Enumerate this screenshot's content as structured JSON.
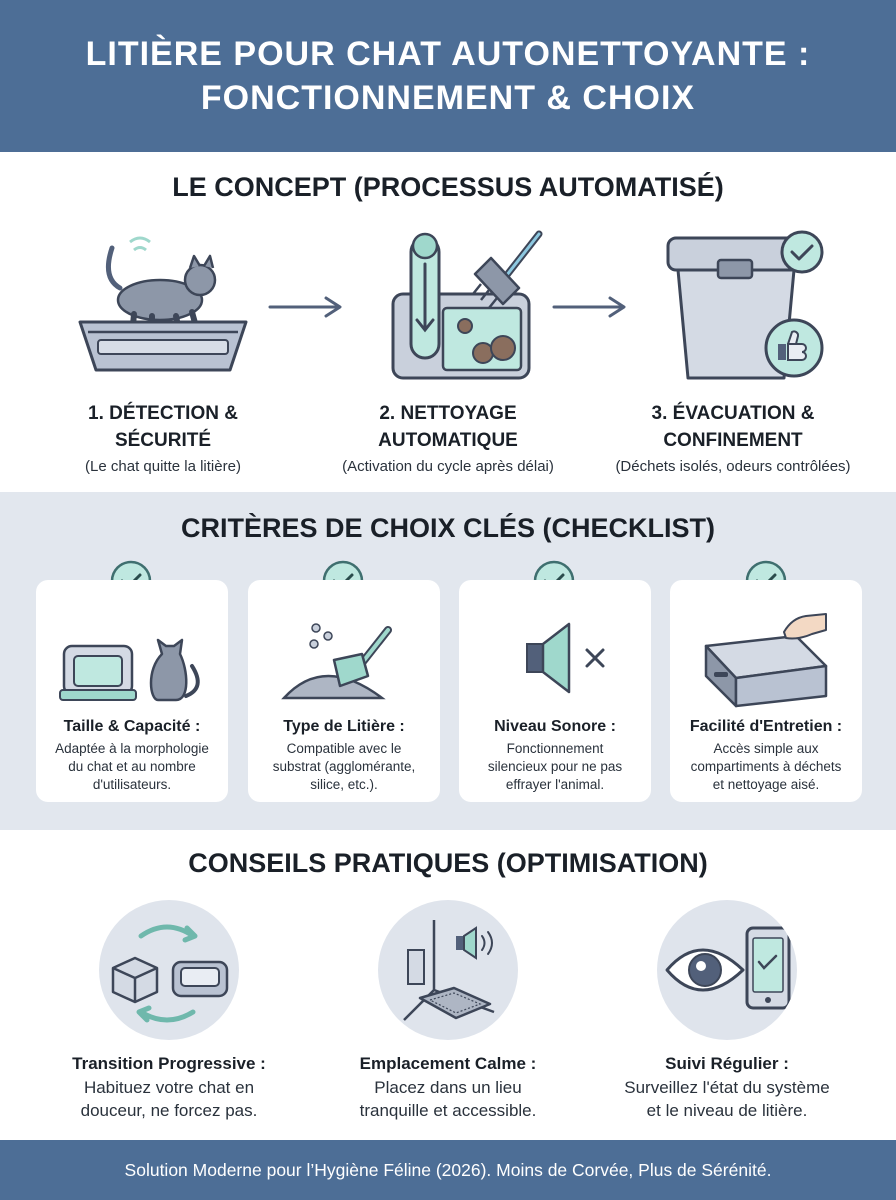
{
  "header": {
    "title_line1": "LITIÈRE POUR CHAT AUTONETTOYANTE :",
    "title_line2": "FONCTIONNEMENT & CHOIX"
  },
  "concept": {
    "title": "LE CONCEPT (PROCESSUS AUTOMATISÉ)",
    "steps": [
      {
        "label_line1": "1. DÉTECTION &",
        "label_line2": "SÉCURITÉ",
        "sub": "(Le chat quitte la litière)",
        "icon": "cat-on-litter-box-icon"
      },
      {
        "label_line1": "2. NETTOYAGE",
        "label_line2": "AUTOMATIQUE",
        "sub": "(Activation du cycle après délai)",
        "icon": "rake-cleaning-icon"
      },
      {
        "label_line1": "3. ÉVACUATION &",
        "label_line2": "CONFINEMENT",
        "sub": "(Déchets isolés, odeurs contrôlées)",
        "icon": "sealed-bin-icon"
      }
    ]
  },
  "criteria": {
    "title": "CRITÈRES DE CHOIX CLÉS (CHECKLIST)",
    "cards": [
      {
        "title": "Taille & Capacité :",
        "desc_lines": [
          "Adaptée à la morphologie",
          "du chat et au nombre",
          "d'utilisateurs."
        ],
        "icon": "litter-box-and-cat-icon"
      },
      {
        "title": "Type de Litière :",
        "desc_lines": [
          "Compatible avec le",
          "substrat (agglomérante,",
          "silice, etc.)."
        ],
        "icon": "litter-scoop-icon"
      },
      {
        "title": "Niveau Sonore :",
        "desc_lines": [
          "Fonctionnement",
          "silencieux pour ne pas",
          "effrayer l'animal."
        ],
        "icon": "speaker-muted-icon"
      },
      {
        "title": "Facilité d'Entretien :",
        "desc_lines": [
          "Accès simple aux",
          "compartiments à déchets",
          "et nettoyage aisé."
        ],
        "icon": "drawer-hand-icon"
      }
    ]
  },
  "tips": {
    "title": "CONSEILS PRATIQUES (OPTIMISATION)",
    "items": [
      {
        "title": "Transition Progressive :",
        "desc_lines": [
          "Habituez votre chat en",
          "douceur, ne forcez pas."
        ],
        "icon": "box-swap-icon"
      },
      {
        "title": "Emplacement Calme :",
        "desc_lines": [
          "Placez dans un lieu",
          "tranquille et accessible."
        ],
        "icon": "quiet-corner-icon"
      },
      {
        "title": "Suivi Régulier :",
        "desc_lines": [
          "Surveillez l'état du système",
          "et le niveau de litière."
        ],
        "icon": "eye-phone-icon"
      }
    ]
  },
  "footer": {
    "text": "Solution Moderne pour l’Hygiène Féline (2026). Moins de Corvée, Plus de Sérénité."
  },
  "colors": {
    "header_bg": "#4d6e96",
    "band_bg": "#e2e7ee",
    "mint": "#9fd8cc",
    "check_ring": "#3f6f6f",
    "slate": "#52607a"
  }
}
